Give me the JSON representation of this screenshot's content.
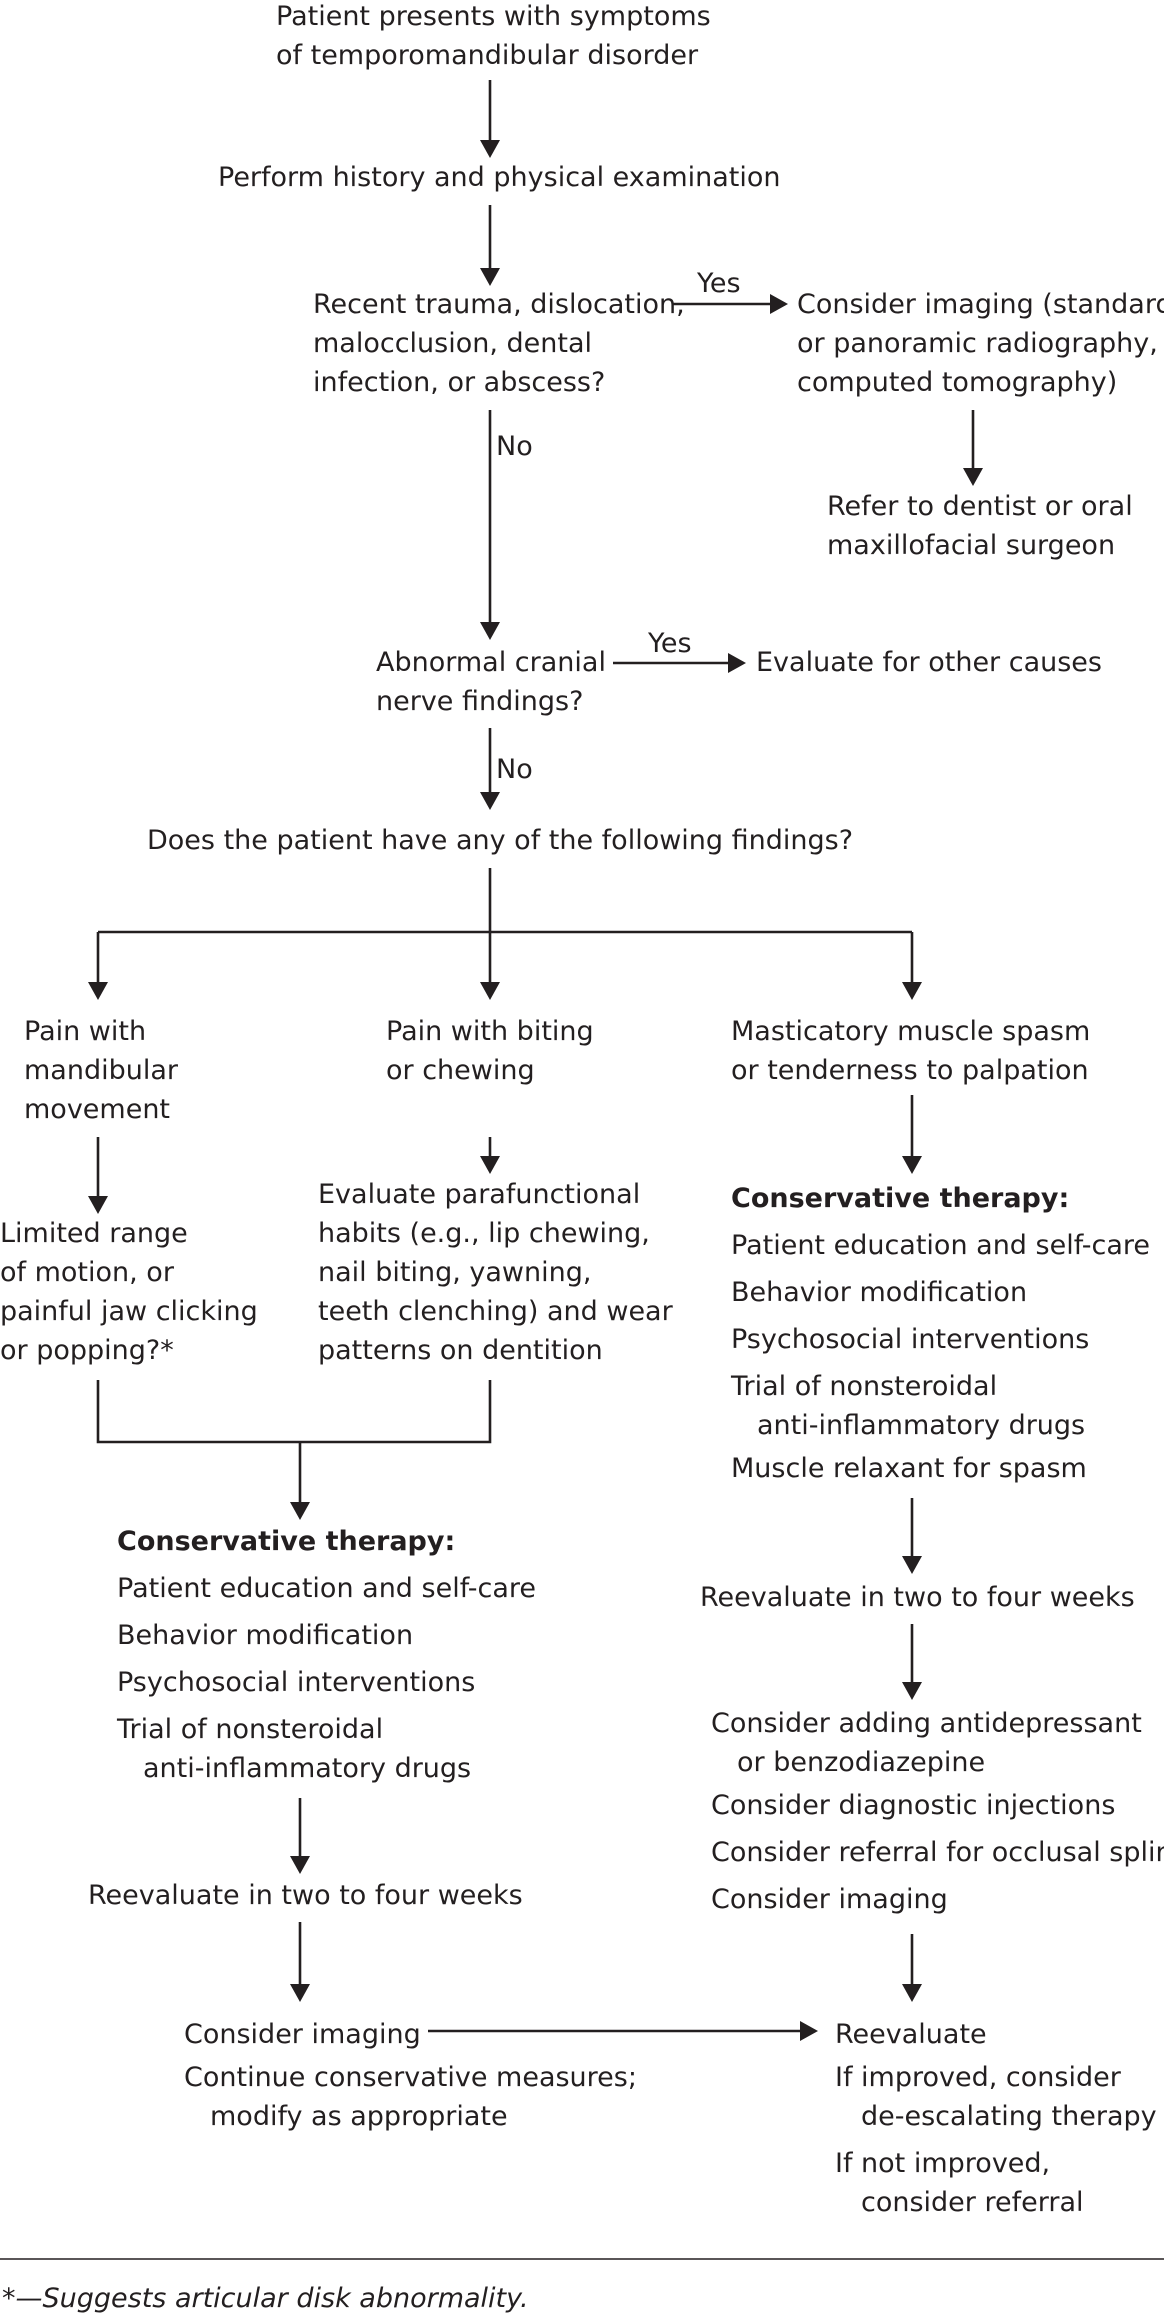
{
  "start": {
    "line1": "Patient presents with symptoms",
    "line2": "of temporomandibular disorder"
  },
  "history": "Perform history and physical examination",
  "trauma_question": {
    "line1": "Recent trauma, dislocation,",
    "line2": "malocclusion, dental",
    "line3": "infection, or abscess?"
  },
  "imaging_box": {
    "line1": "Consider imaging (standard",
    "line2": "or panoramic radiography,",
    "line3": "computed tomography)"
  },
  "refer_box": {
    "line1": "Refer to dentist or oral",
    "line2": "maxillofacial surgeon"
  },
  "cranial_question": {
    "line1": "Abnormal cranial",
    "line2": "nerve findings?"
  },
  "other_causes": "Evaluate for other causes",
  "findings_question": "Does the patient have any of the following findings?",
  "branch_left": {
    "line1": "Pain with",
    "line2": "mandibular",
    "line3": "movement"
  },
  "branch_middle": {
    "line1": "Pain with biting",
    "line2": "or chewing"
  },
  "branch_right": {
    "line1": "Masticatory muscle spasm",
    "line2": "or tenderness to palpation"
  },
  "limited_range": {
    "line1": "Limited range",
    "line2": "of motion, or",
    "line3": "painful jaw clicking",
    "line4": "or popping?*"
  },
  "parafunctional": {
    "line1": "Evaluate parafunctional",
    "line2": "habits (e.g., lip chewing,",
    "line3": "nail biting, yawning,",
    "line4": "teeth clenching) and wear",
    "line5": "patterns on dentition"
  },
  "conservative_right": {
    "heading": "Conservative therapy:",
    "item1": "Patient education and self-care",
    "item2": "Behavior modification",
    "item3": "Psychosocial interventions",
    "item4a": "Trial of nonsteroidal",
    "item4b": "anti-inflammatory drugs",
    "item5": "Muscle relaxant for spasm"
  },
  "conservative_left": {
    "heading": "Conservative therapy:",
    "item1": "Patient education and self-care",
    "item2": "Behavior modification",
    "item3": "Psychosocial interventions",
    "item4a": "Trial of nonsteroidal",
    "item4b": "anti-inflammatory drugs"
  },
  "reevaluate_right": "Reevaluate in two to four weeks",
  "reevaluate_left": "Reevaluate in two to four weeks",
  "consider_adding": {
    "item1a": "Consider adding antidepressant",
    "item1b": "or benzodiazepine",
    "item2": "Consider diagnostic injections",
    "item3": "Consider referral for occlusal splint",
    "item4": "Consider imaging"
  },
  "consider_imaging_left": {
    "item1": "Consider imaging",
    "item2a": "Continue conservative measures;",
    "item2b": "modify as appropriate"
  },
  "reevaluate_final": {
    "item1": "Reevaluate",
    "item2a": "If improved, consider",
    "item2b": "de-escalating therapy",
    "item3a": "If not improved,",
    "item3b": "consider referral"
  },
  "labels": {
    "yes1": "Yes",
    "no1": "No",
    "yes2": "Yes",
    "no2": "No"
  },
  "footnote": "*—Suggests articular disk abnormality."
}
